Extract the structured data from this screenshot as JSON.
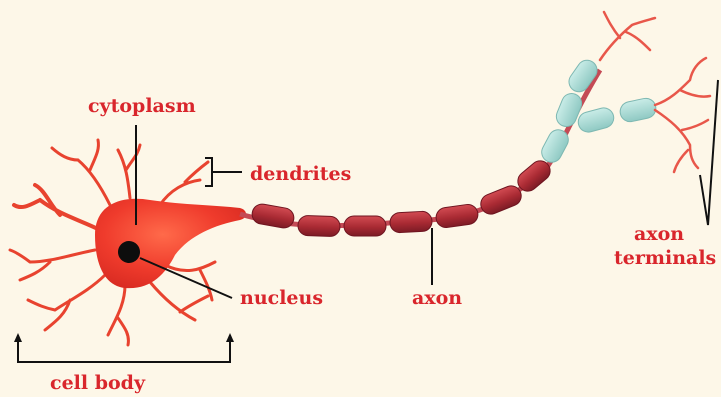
{
  "labels": {
    "cytoplasm": "cytoplasm",
    "dendrites": "dendrites",
    "nucleus": "nucleus",
    "axon": "axon",
    "axon_terminals_line1": "axon",
    "axon_terminals_line2": "terminals",
    "cell_body": "cell body"
  },
  "colors": {
    "background": "#fdf7e8",
    "label_text": "#d9262c",
    "soma": "#ef3b2c",
    "myelin": "#b8323a",
    "myelin_light": "#a9d9d4",
    "leader_line": "#111111"
  }
}
